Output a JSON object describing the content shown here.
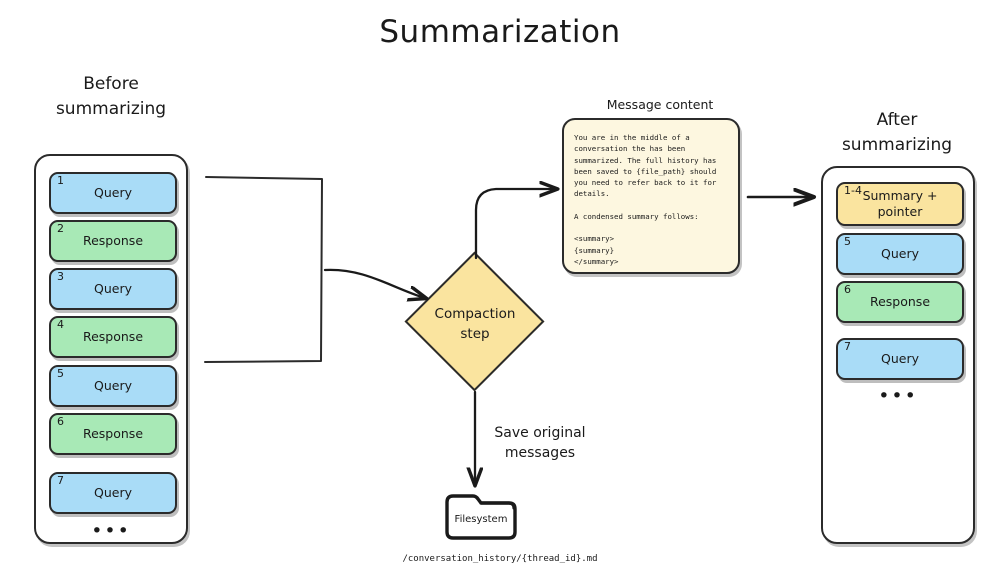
{
  "title": "Summarization",
  "headings": {
    "before": "Before\nsummarizing",
    "after": "After\nsummarizing"
  },
  "before_panel": {
    "name": "before-summarizing-panel",
    "cards": [
      {
        "num": "1",
        "label": "Query",
        "kind": "query"
      },
      {
        "num": "2",
        "label": "Response",
        "kind": "response"
      },
      {
        "num": "3",
        "label": "Query",
        "kind": "query"
      },
      {
        "num": "4",
        "label": "Response",
        "kind": "response"
      },
      {
        "num": "5",
        "label": "Query",
        "kind": "query"
      },
      {
        "num": "6",
        "label": "Response",
        "kind": "response"
      },
      {
        "num": "7",
        "label": "Query",
        "kind": "query"
      }
    ],
    "ellipsis": "•••"
  },
  "after_panel": {
    "name": "after-summarizing-panel",
    "cards": [
      {
        "num": "1-4",
        "label": "Summary +\npointer",
        "kind": "summary"
      },
      {
        "num": "5",
        "label": "Query",
        "kind": "query"
      },
      {
        "num": "6",
        "label": "Response",
        "kind": "response"
      },
      {
        "num": "7",
        "label": "Query",
        "kind": "query"
      }
    ],
    "ellipsis": "•••"
  },
  "message_content": {
    "label": "Message content",
    "body": "You are in the middle of a\nconversation the has been\nsummarized. The full history has\nbeen saved to {file_path} should\nyou need to refer back to it for\ndetails.\n\nA condensed summary follows:\n\n<summary>\n{summary}\n</summary>"
  },
  "compaction": {
    "label": "Compaction\nstep"
  },
  "save_arrow": {
    "label": "Save original\nmessages"
  },
  "filesystem": {
    "label": "Filesystem",
    "path": "/conversation_history/{thread_id}.md"
  },
  "colors": {
    "query": "#a9dcf7",
    "response": "#a8e9b6",
    "summary": "#fae49f",
    "message_box": "#fdf7e0",
    "stroke": "#2b2b2b"
  }
}
